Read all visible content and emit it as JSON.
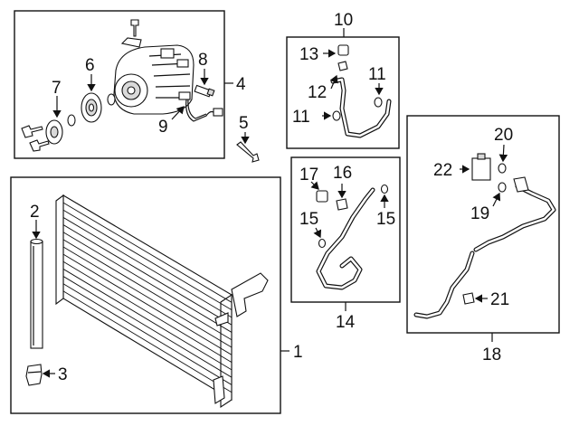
{
  "callouts": {
    "c1": "1",
    "c2": "2",
    "c3": "3",
    "c4": "4",
    "c5": "5",
    "c6": "6",
    "c7": "7",
    "c8": "8",
    "c9": "9",
    "c10": "10",
    "c11a": "11",
    "c11b": "11",
    "c12": "12",
    "c13": "13",
    "c14": "14",
    "c15a": "15",
    "c15b": "15",
    "c16": "16",
    "c17": "17",
    "c18": "18",
    "c19": "19",
    "c20": "20",
    "c21": "21",
    "c22": "22"
  }
}
